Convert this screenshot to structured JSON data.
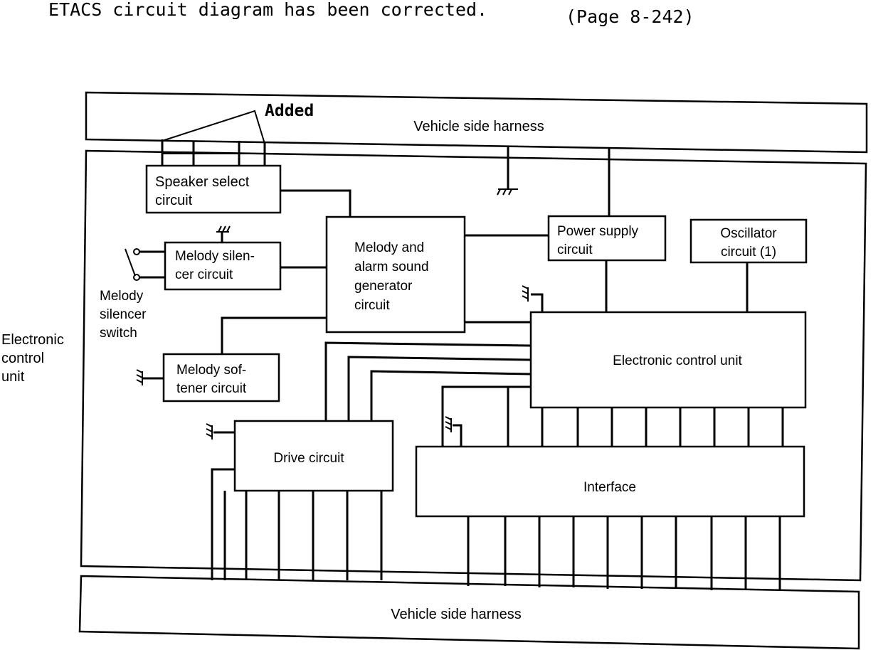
{
  "header": {
    "note": "ETACS circuit diagram has been corrected.",
    "page_ref": "(Page 8-242)"
  },
  "annotations": {
    "added": "Added"
  },
  "harness_top": "Vehicle side harness",
  "harness_bottom": "Vehicle side harness",
  "ecu_outer_label": [
    "Electronic",
    "control",
    "unit"
  ],
  "blocks": {
    "speaker_select": [
      "Speaker select",
      "circuit"
    ],
    "melody_silencer": [
      "Melody silen-",
      "cer circuit"
    ],
    "melody_softener": [
      "Melody sof-",
      "tener circuit"
    ],
    "melody_alarm": [
      "Melody and",
      "alarm sound",
      "generator",
      "circuit"
    ],
    "power_supply": [
      "Power supply",
      "circuit"
    ],
    "oscillator": [
      "Oscillator",
      "circuit (1)"
    ],
    "ecu_inner": "Electronic control unit",
    "drive": "Drive circuit",
    "interface": "Interface"
  },
  "switch_label": [
    "Melody",
    "silencer",
    "switch"
  ]
}
